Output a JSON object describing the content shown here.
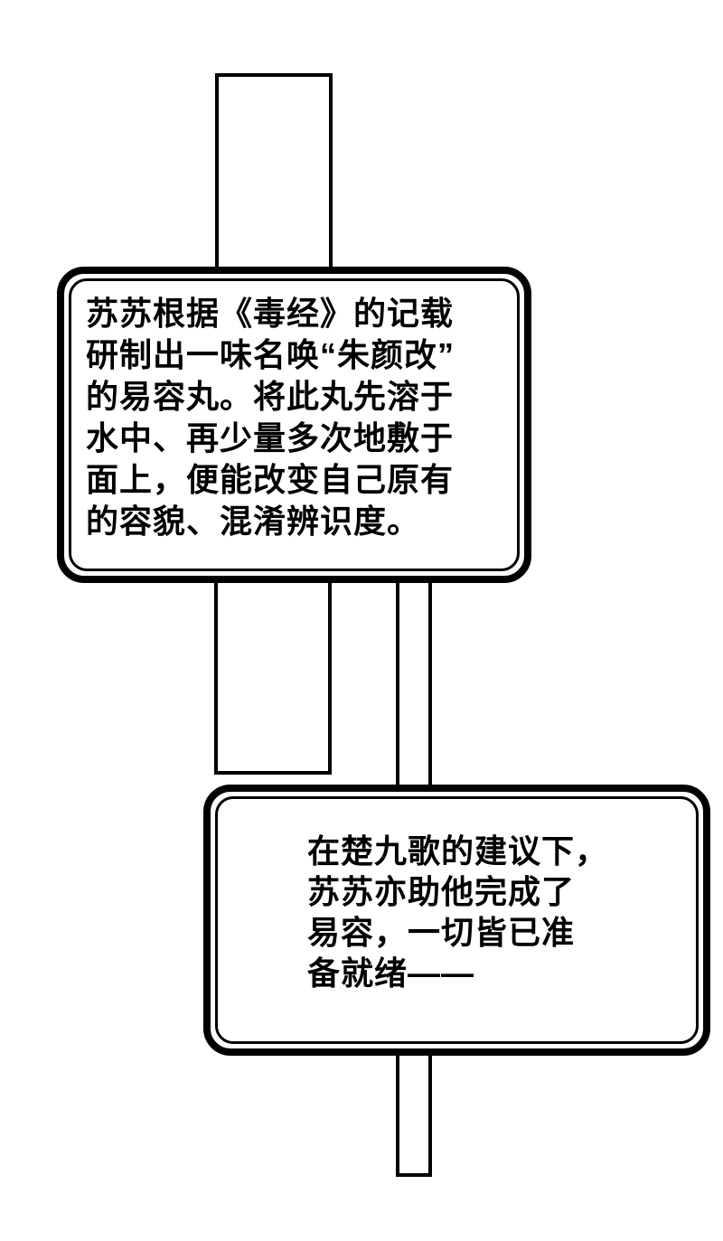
{
  "colors": {
    "background": "#ffffff",
    "ink": "#000000"
  },
  "caption1": {
    "lines": [
      "苏苏根据《毒经》的记载",
      "研制出一味名唤“朱颜改”",
      "的易容丸。将此丸先溶于",
      "水中、再少量多次地敷于",
      "面上，便能改变自己原有",
      "的容貌、混淆辨识度。"
    ]
  },
  "caption2": {
    "lines": [
      "在楚九歌的建议下，",
      "苏苏亦助他完成了",
      "易容，一切皆已准",
      "备就绪——"
    ]
  }
}
